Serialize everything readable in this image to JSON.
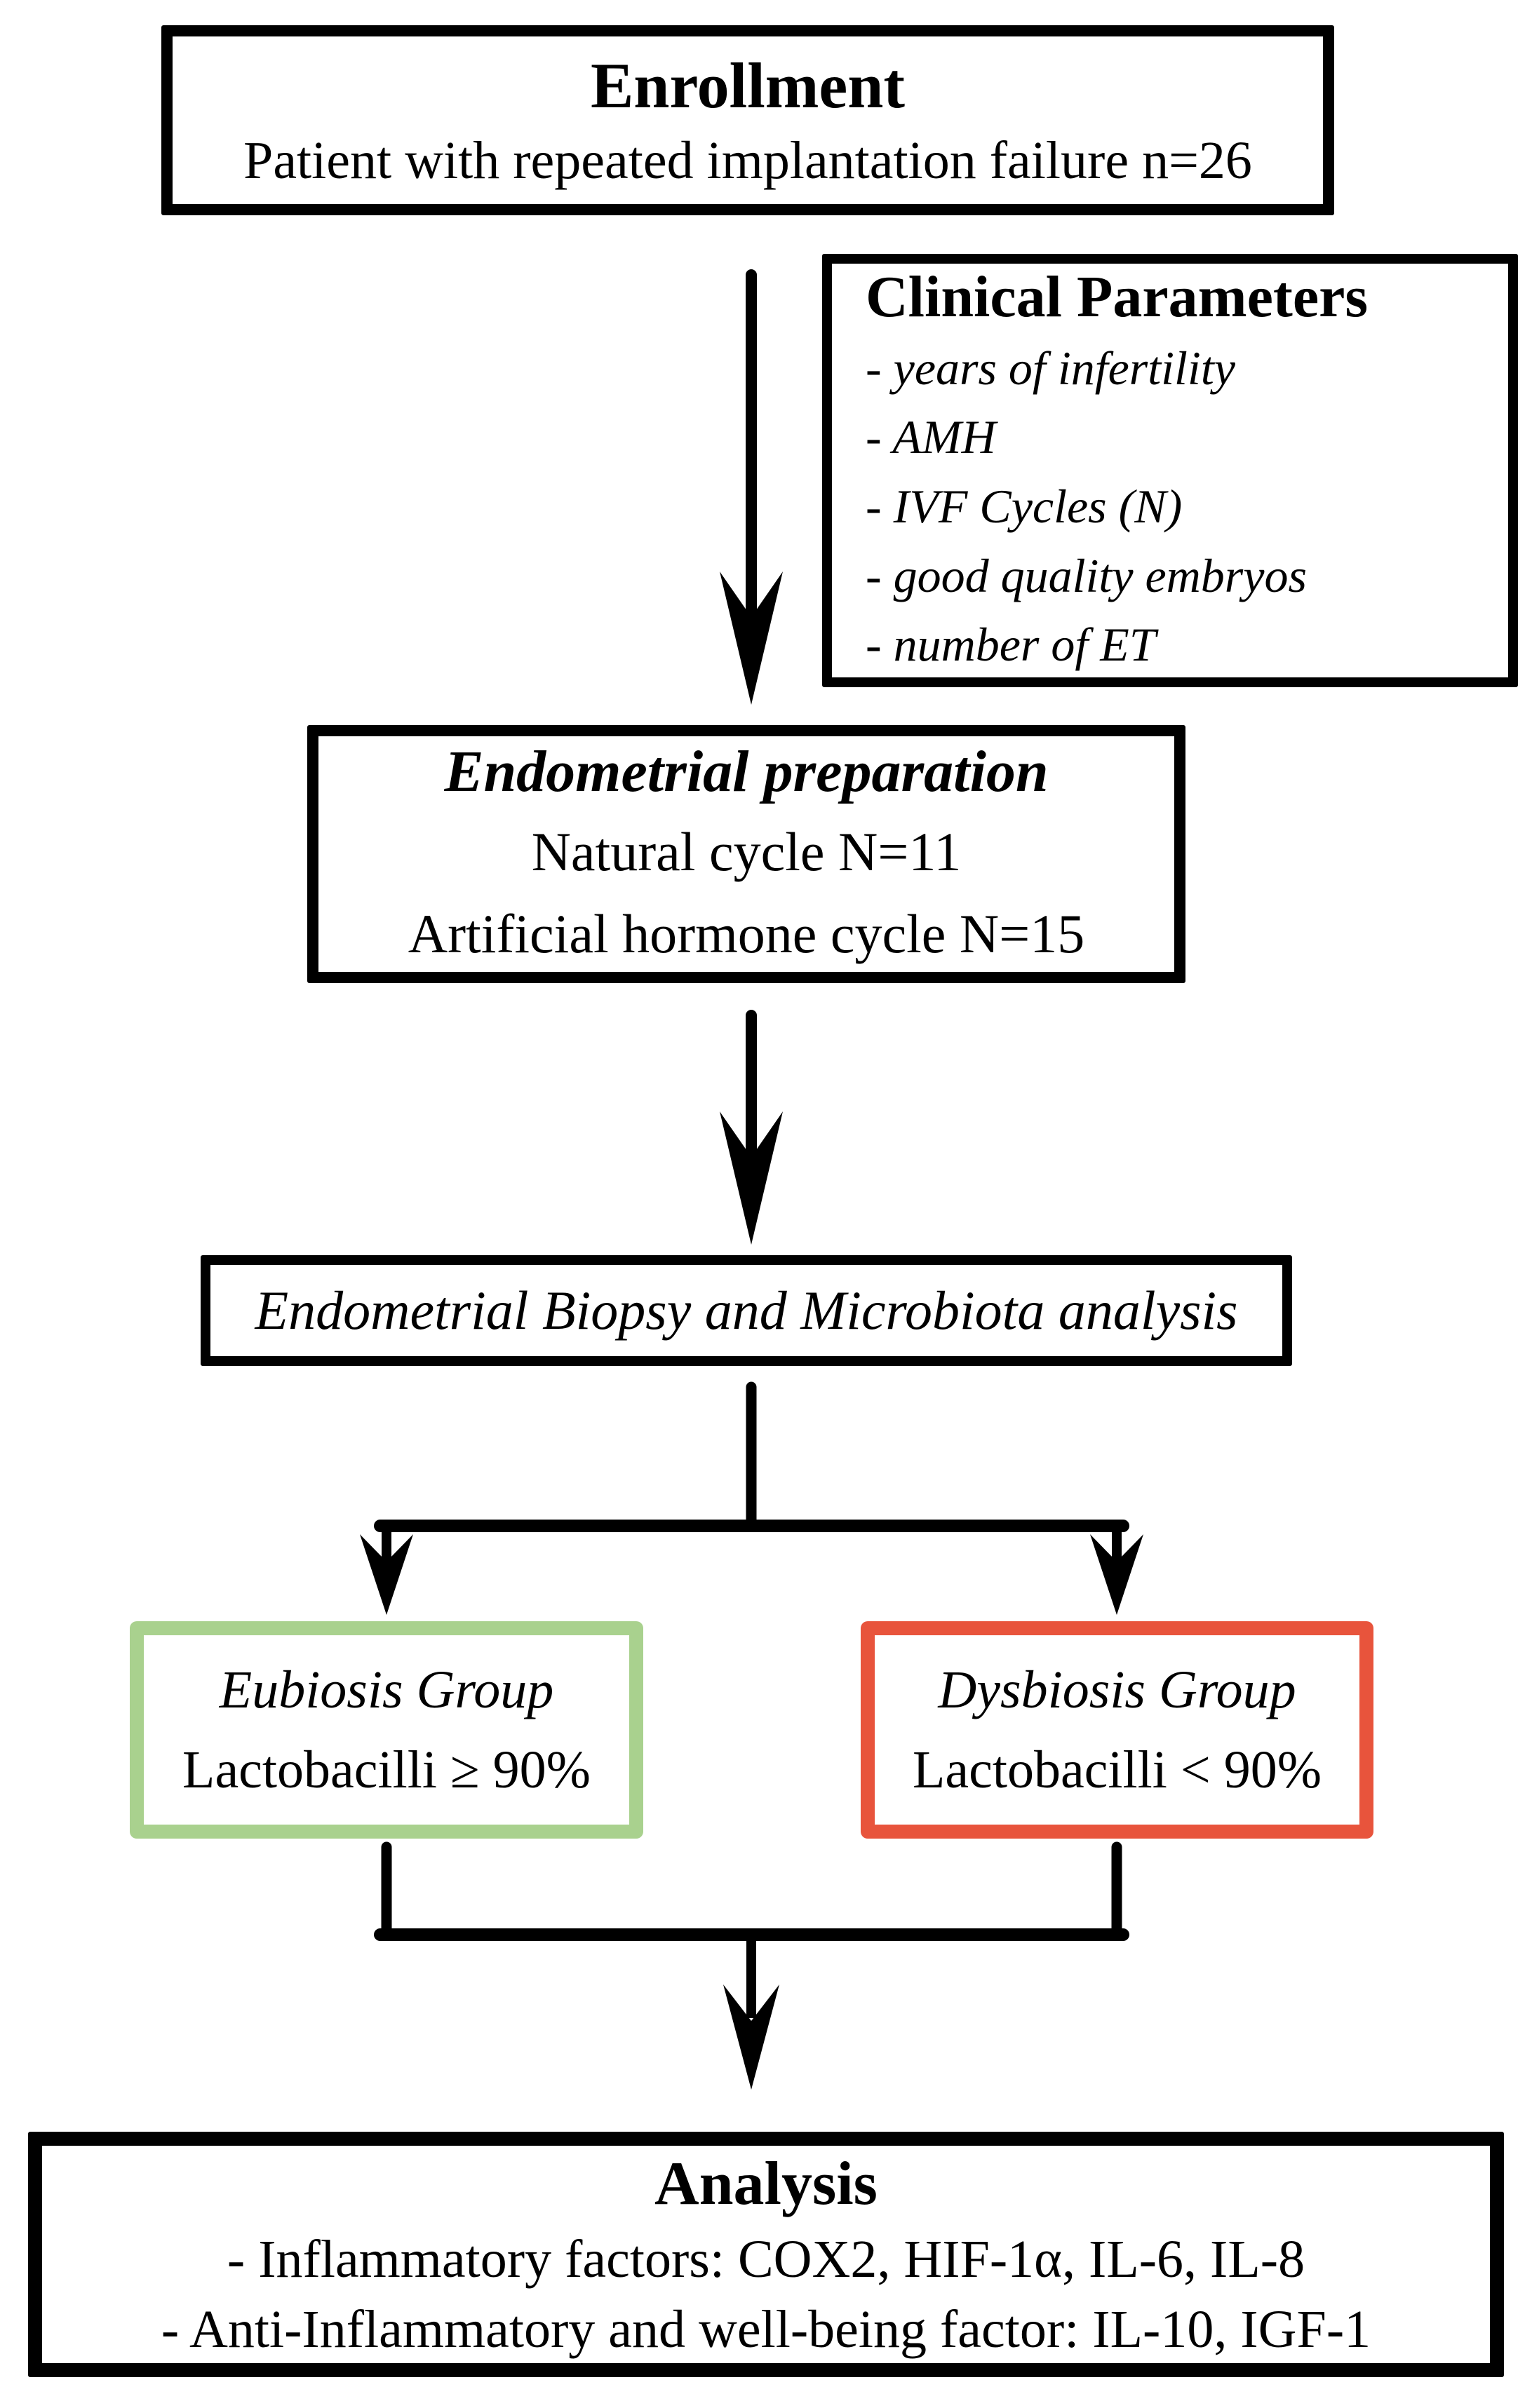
{
  "nodes": {
    "enrollment": {
      "title": "Enrollment",
      "subtitle": "Patient with repeated implantation failure n=26"
    },
    "clinical_parameters": {
      "title": "Clinical Parameters",
      "items": [
        "- years of infertility",
        "- AMH",
        "- IVF Cycles (N)",
        "- good quality embryos",
        "- number of ET"
      ]
    },
    "endometrial_preparation": {
      "title": "Endometrial preparation",
      "lines": [
        "Natural cycle N=11",
        "Artificial hormone cycle N=15"
      ]
    },
    "biopsy": {
      "title": "Endometrial Biopsy and Microbiota analysis"
    },
    "eubiosis": {
      "title": "Eubiosis Group",
      "criterion": "Lactobacilli ≥ 90%"
    },
    "dysbiosis": {
      "title": "Dysbiosis Group",
      "criterion": "Lactobacilli < 90%"
    },
    "analysis": {
      "title": "Analysis",
      "lines": [
        "- Inflammatory factors: COX2, HIF-1α, IL-6, IL-8",
        "- Anti-Inflammatory and well-being factor: IL-10, IGF-1"
      ]
    }
  },
  "colors": {
    "eubiosis_border": "#A9D18E",
    "dysbiosis_border": "#E8543C",
    "connector": "#000000",
    "node_border": "#000000",
    "background": "#FFFFFF"
  }
}
